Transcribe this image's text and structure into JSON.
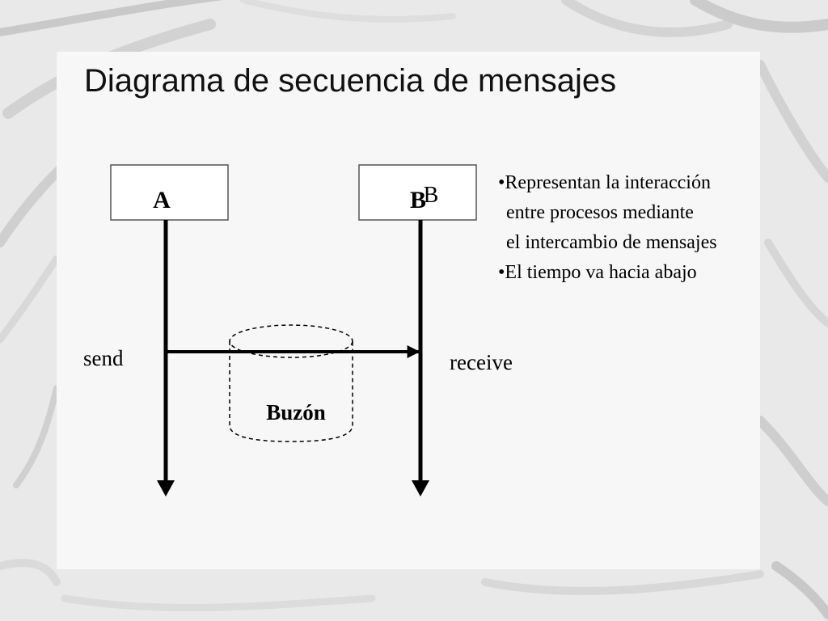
{
  "slide": {
    "title": "Diagrama de secuencia de mensajes"
  },
  "diagram": {
    "process_a": {
      "label": "A"
    },
    "process_b": {
      "label": "B",
      "overlay_label": "B"
    },
    "mailbox": {
      "label": "Buzón"
    },
    "send_label": "send",
    "receive_label": "receive"
  },
  "bullets": [
    {
      "lines": [
        "•Representan la interacción",
        "entre procesos mediante",
        "el intercambio de mensajes"
      ]
    },
    {
      "lines": [
        "•El tiempo va hacia abajo"
      ]
    }
  ],
  "colors": {
    "background": "#e9e9e9",
    "panel": "#f7f7f7",
    "ink": "#000000",
    "box_stroke": "#555555"
  }
}
